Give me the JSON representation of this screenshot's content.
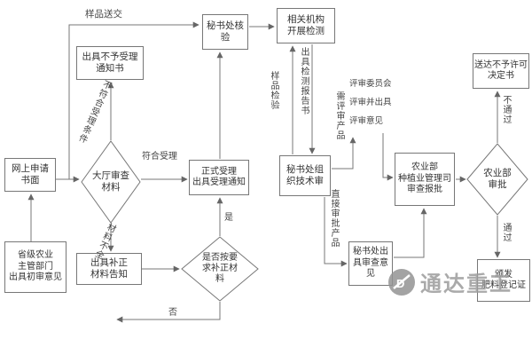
{
  "nodes": {
    "online_apply": {
      "label": "网上申请\n书面"
    },
    "provincial_opinion": {
      "label": "省级农业\n主管部门\n出具初审意见"
    },
    "hall_review": {
      "label": "大厅审查\n材料"
    },
    "reject_notice": {
      "label": "出具不予受理\n通知书"
    },
    "supplement_notice": {
      "label": "出具补正\n材料告知"
    },
    "supplement_decision": {
      "label": "是否按要\n求补正材\n料"
    },
    "formal_accept": {
      "label": "正式受理\n出具受理通知"
    },
    "secretariat_check": {
      "label": "秘书处核\n验"
    },
    "institution_test": {
      "label": "相关机构\n开展检测"
    },
    "tech_review": {
      "label": "秘书处组\n织技术审"
    },
    "review_opinion": {
      "label": "秘书处出\n具审查意\n见"
    },
    "dept_approval": {
      "label": "农业部\n种植业管理司\n审查报批"
    },
    "ministry_approval": {
      "label": "农业部\n审批"
    },
    "denial_decision": {
      "label": "送达不予许可\n决定书"
    },
    "certificate": {
      "label": "颁发\n肥料登记证"
    }
  },
  "edge_labels": {
    "sample_submit": "样品送交",
    "not_qualified": "不符合受理条件",
    "qualified": "符合受理",
    "incomplete": "材料不全",
    "yes": "是",
    "no": "否",
    "sample_test": "样品检验",
    "test_report": "出具检测报告书",
    "need_review": "需评审产品",
    "direct_approval": "直接审批产品",
    "committee_note": "评审委员会\n评审并出具\n评审意见",
    "fail": "不通过",
    "pass": "通过"
  },
  "watermark": {
    "text": "通达重工"
  }
}
